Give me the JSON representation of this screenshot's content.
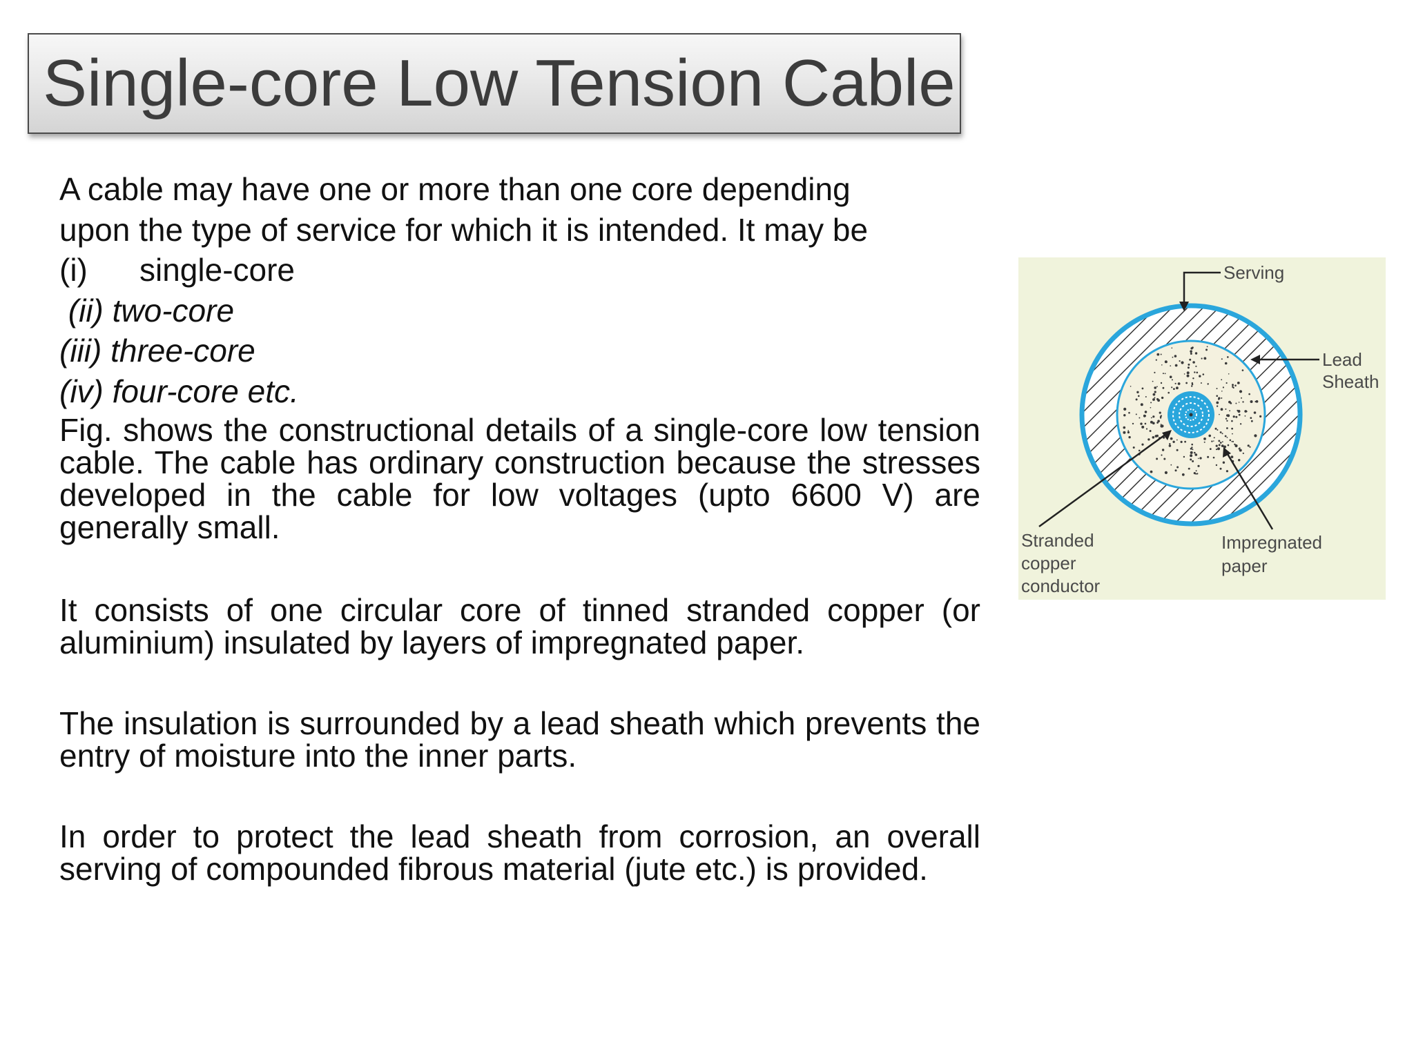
{
  "slide": {
    "title": "Single-core Low Tension Cable",
    "intro": {
      "line1": "A cable may have one or more than one core depending",
      "line2": "upon the type of service for which it is intended. It may be",
      "list": [
        {
          "marker": "(i)",
          "text": "single-core"
        },
        {
          "marker": "(ii)",
          "text": "two-core"
        },
        {
          "marker": "(iii)",
          "text": "three-core"
        },
        {
          "marker": "(iv)",
          "text": "four-core etc."
        }
      ]
    },
    "paragraphs": [
      "Fig. shows the constructional details of a single-core low tension cable. The cable has ordinary construction because the stresses developed in the cable for low voltages (upto 6600 V) are generally small.",
      "It consists of one circular core of tinned stranded copper (or aluminium) insulated by layers of impregnated paper.",
      "The insulation is surrounded by a lead sheath which prevents the entry of moisture into the inner parts.",
      "In order to protect the lead sheath from corrosion, an overall serving of compounded fibrous material (jute etc.) is provided."
    ]
  },
  "figure": {
    "labels": {
      "serving": "Serving",
      "lead_sheath_1": "Lead",
      "lead_sheath_2": "Sheath",
      "stranded_1": "Stranded",
      "stranded_2": "copper",
      "stranded_3": "conductor",
      "impregnated_1": "Impregnated",
      "impregnated_2": "paper"
    },
    "colors": {
      "background": "#f0f3dc",
      "outer_ring": "#2aa6dc",
      "hatch": "#333333",
      "paper": "#f4f1df",
      "core": "#2aa6dc"
    }
  }
}
